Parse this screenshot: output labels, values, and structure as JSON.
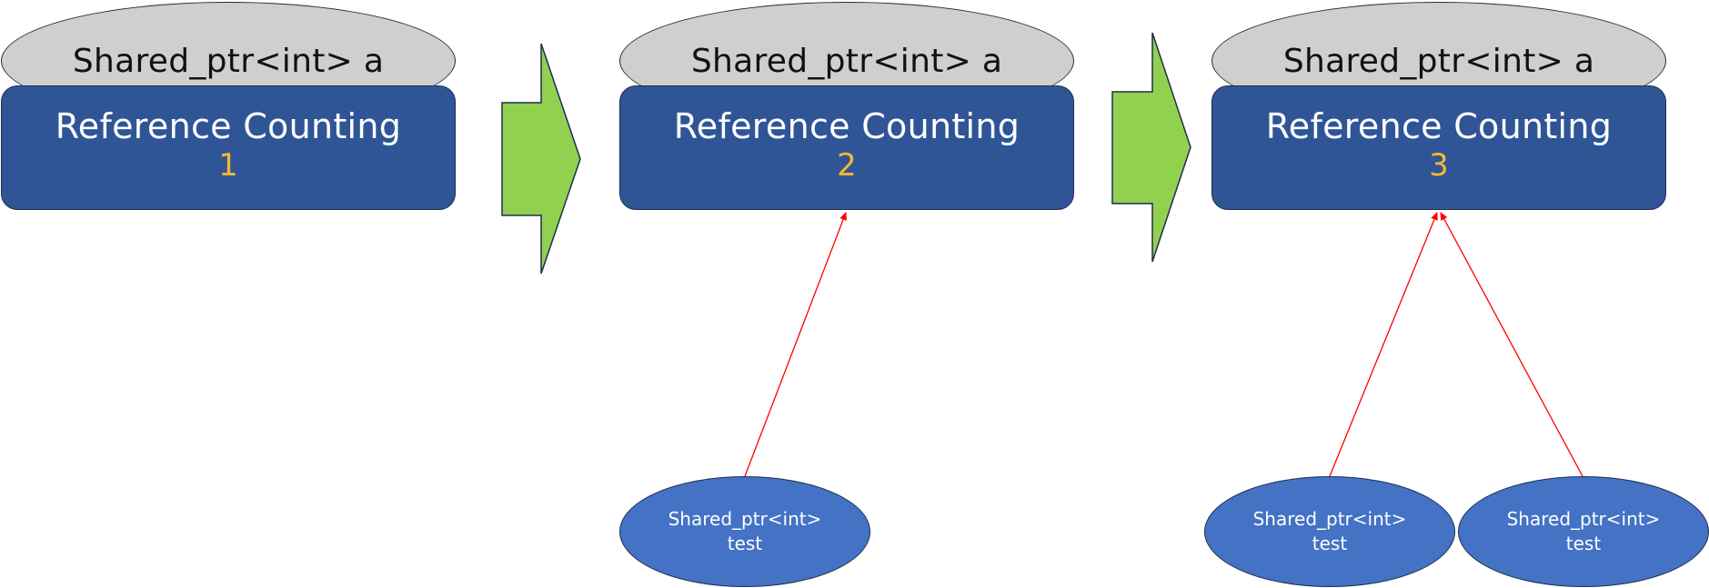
{
  "stages": [
    {
      "cap_label": "Shared_ptr<int> a",
      "box_title": "Reference Counting",
      "count": "1",
      "pointers": []
    },
    {
      "cap_label": "Shared_ptr<int> a",
      "box_title": "Reference Counting",
      "count": "2",
      "pointers": [
        {
          "line1": "Shared_ptr<int>",
          "line2": "test"
        }
      ]
    },
    {
      "cap_label": "Shared_ptr<int> a",
      "box_title": "Reference Counting",
      "count": "3",
      "pointers": [
        {
          "line1": "Shared_ptr<int>",
          "line2": "test"
        },
        {
          "line1": "Shared_ptr<int>",
          "line2": "test"
        }
      ]
    }
  ],
  "colors": {
    "cap_fill": "#d0cece",
    "box_fill": "#2f5597",
    "count_text": "#f5b82e",
    "pointer_fill": "#4472c4",
    "arrow_fill": "#92d050",
    "link_line": "#ff0000",
    "outline": "#1f2d4d"
  }
}
